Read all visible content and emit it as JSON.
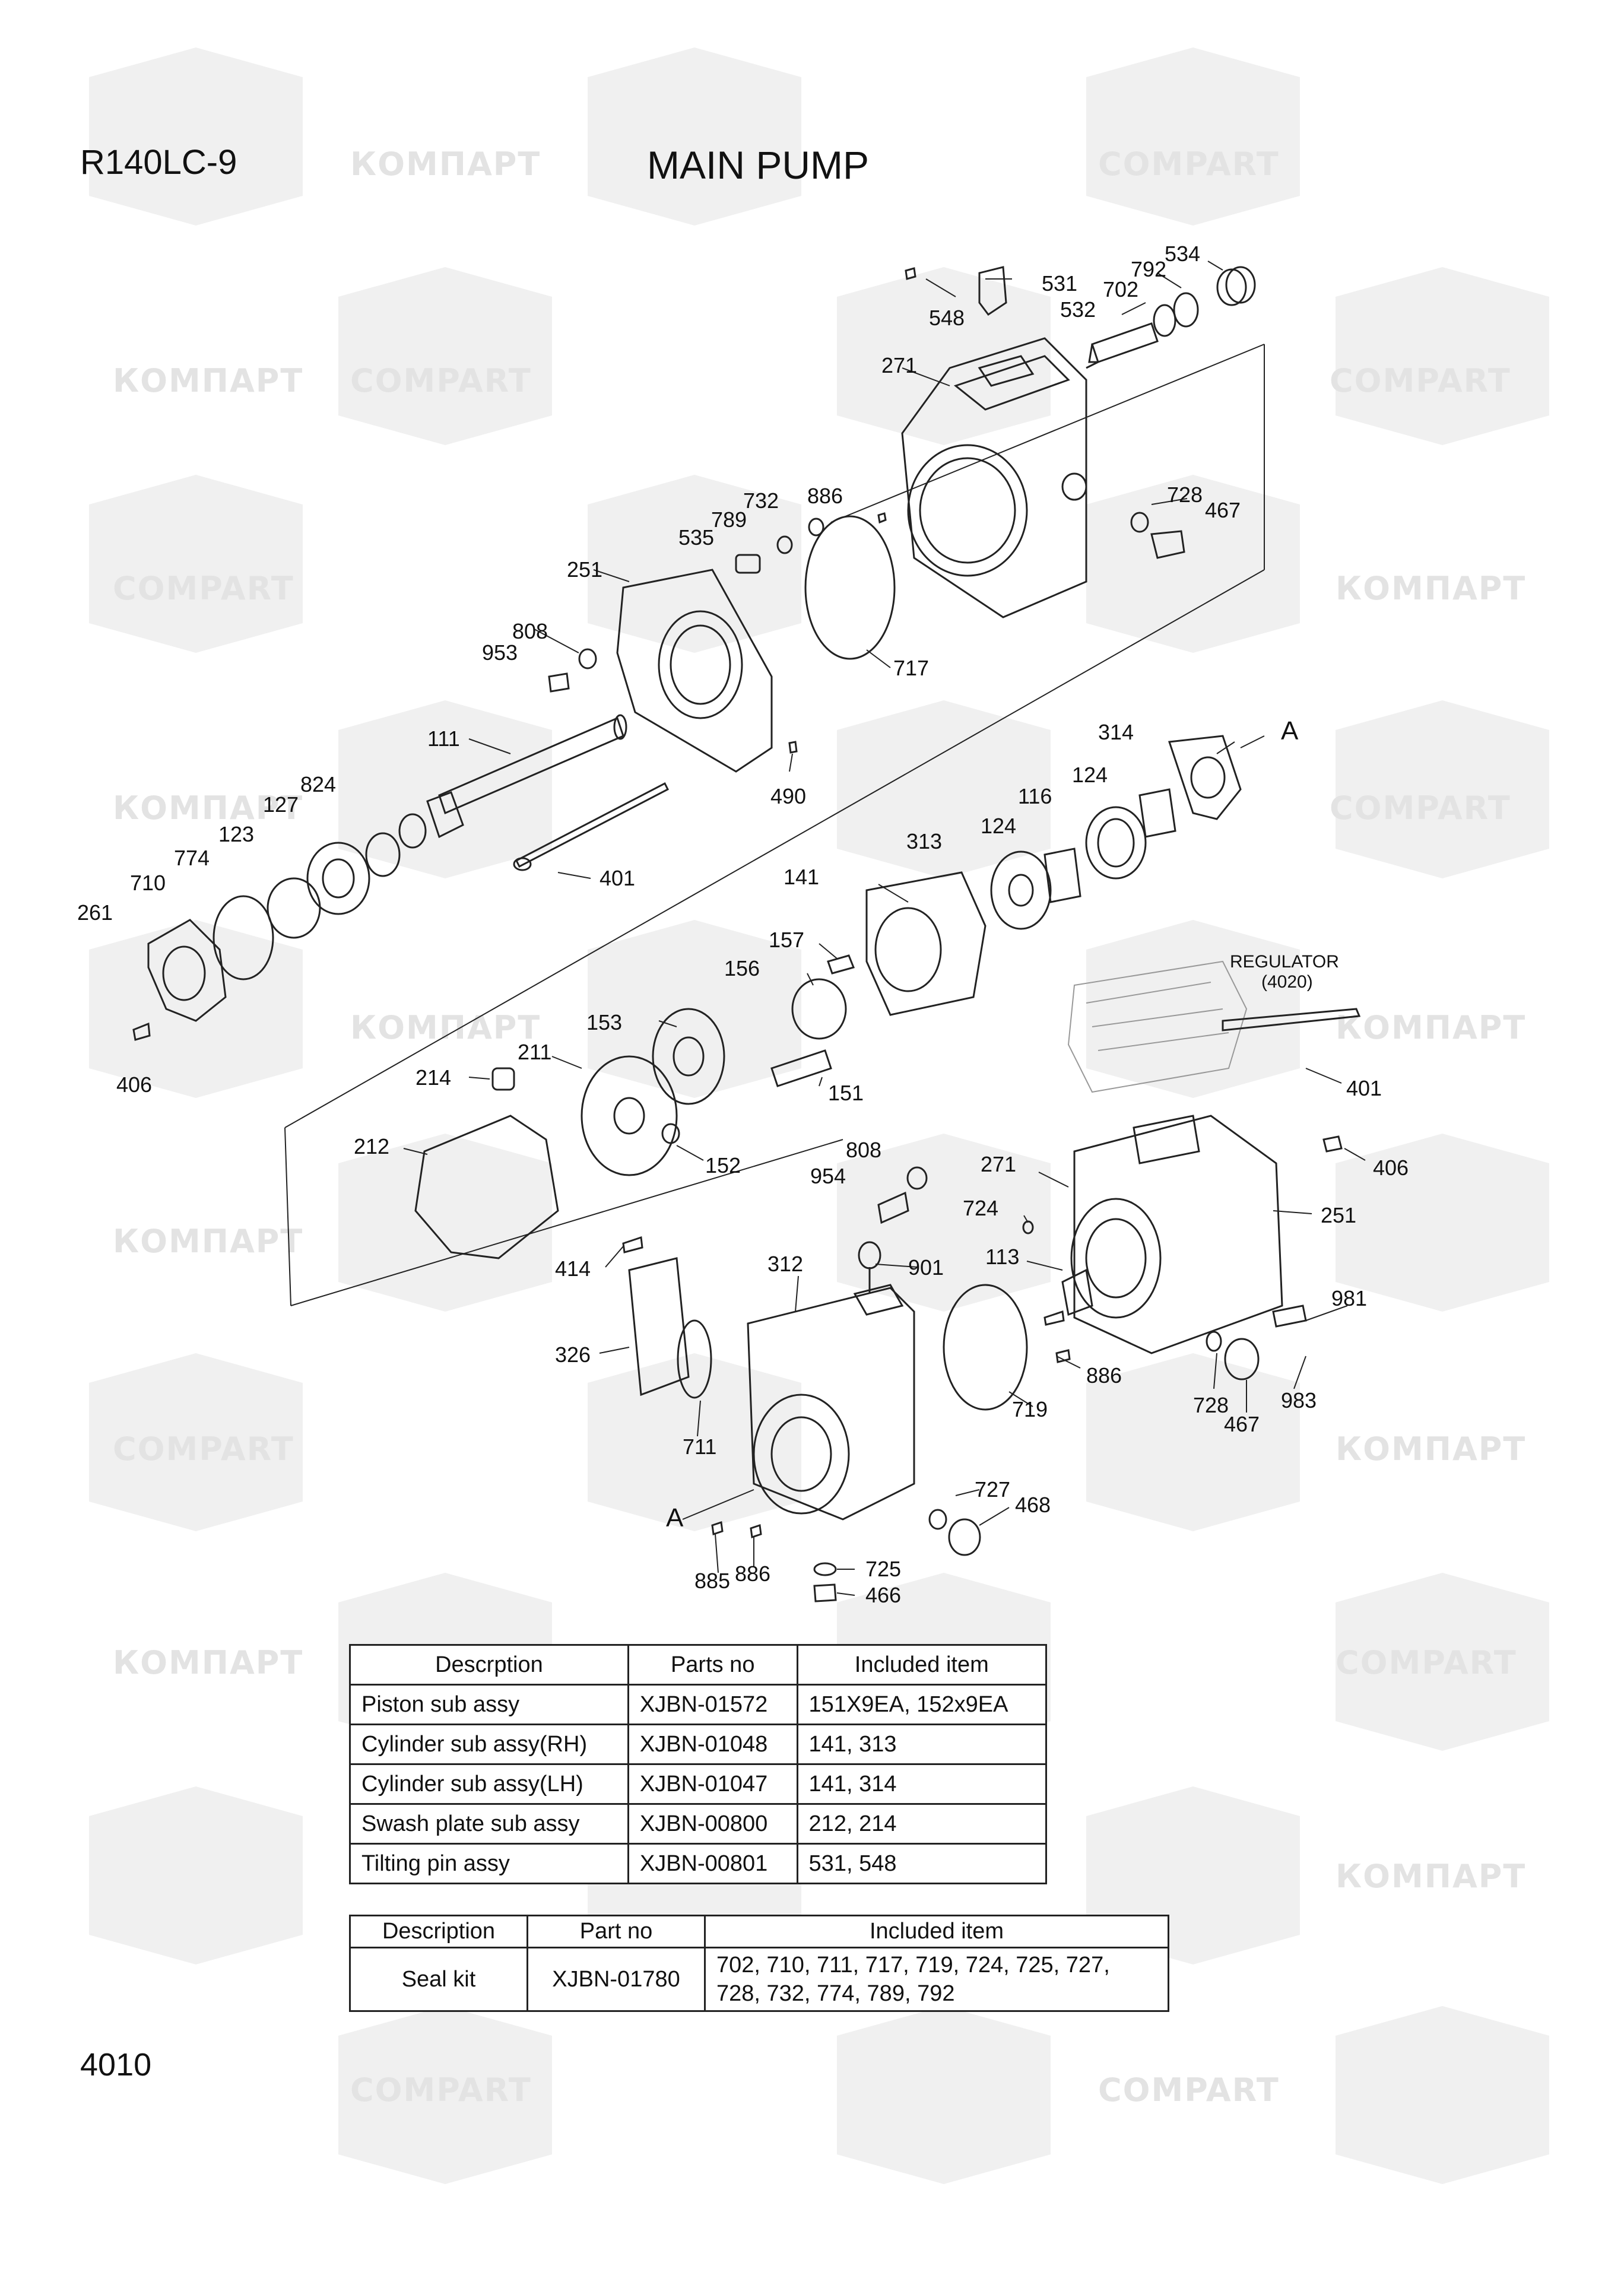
{
  "header": {
    "model": "R140LC-9",
    "title": "MAIN PUMP"
  },
  "page_number": "4010",
  "watermark": {
    "text_latin": "COMPART",
    "text_cyrillic": "КОМПАРТ"
  },
  "callouts": {
    "c534": "534",
    "c792": "792",
    "c702": "702",
    "c532": "532",
    "c531": "531",
    "c548": "548",
    "c271a": "271",
    "c886a": "886",
    "c732": "732",
    "c789": "789",
    "c535": "535",
    "c728a": "728",
    "c467a": "467",
    "c251a": "251",
    "c808a": "808",
    "c953": "953",
    "c717": "717",
    "c111": "111",
    "c490": "490",
    "c314": "314",
    "labelA1": "A",
    "c124a": "124",
    "c116": "116",
    "c124b": "124",
    "c313": "313",
    "c824": "824",
    "c127": "127",
    "c123": "123",
    "c774": "774",
    "c710": "710",
    "c261": "261",
    "c401a": "401",
    "c141": "141",
    "c157": "157",
    "c156": "156",
    "c153": "153",
    "c211": "211",
    "c214": "214",
    "c151": "151",
    "c406a": "406",
    "c212": "212",
    "c152": "152",
    "c808b": "808",
    "c954": "954",
    "c401b": "401",
    "c406b": "406",
    "c271b": "271",
    "c724": "724",
    "c251b": "251",
    "c113": "113",
    "c901": "901",
    "c312": "312",
    "c414": "414",
    "c326": "326",
    "c711": "711",
    "c719": "719",
    "c981": "981",
    "c886b": "886",
    "c728b": "728",
    "c467b": "467",
    "c983": "983",
    "labelA2": "A",
    "c727": "727",
    "c468": "468",
    "c885": "885",
    "c886c": "886",
    "c725": "725",
    "c466": "466",
    "regulator": "REGULATOR",
    "regulator_ref": "(4020)"
  },
  "parts_table": {
    "headers": [
      "Descrption",
      "Parts no",
      "Included item"
    ],
    "rows": [
      [
        "Piston sub assy",
        "XJBN-01572",
        "151X9EA, 152x9EA"
      ],
      [
        "Cylinder sub assy(RH)",
        "XJBN-01048",
        "141, 313"
      ],
      [
        "Cylinder sub assy(LH)",
        "XJBN-01047",
        "141, 314"
      ],
      [
        "Swash plate sub assy",
        "XJBN-00800",
        "212, 214"
      ],
      [
        "Tilting pin assy",
        "XJBN-00801",
        "531, 548"
      ]
    ]
  },
  "seal_table": {
    "headers": [
      "Description",
      "Part no",
      "Included item"
    ],
    "row": {
      "description": "Seal kit",
      "part_no": "XJBN-01780",
      "items_line1": "702, 710, 711, 717, 719, 724, 725, 727,",
      "items_line2": "728, 732, 774, 789, 792"
    }
  }
}
